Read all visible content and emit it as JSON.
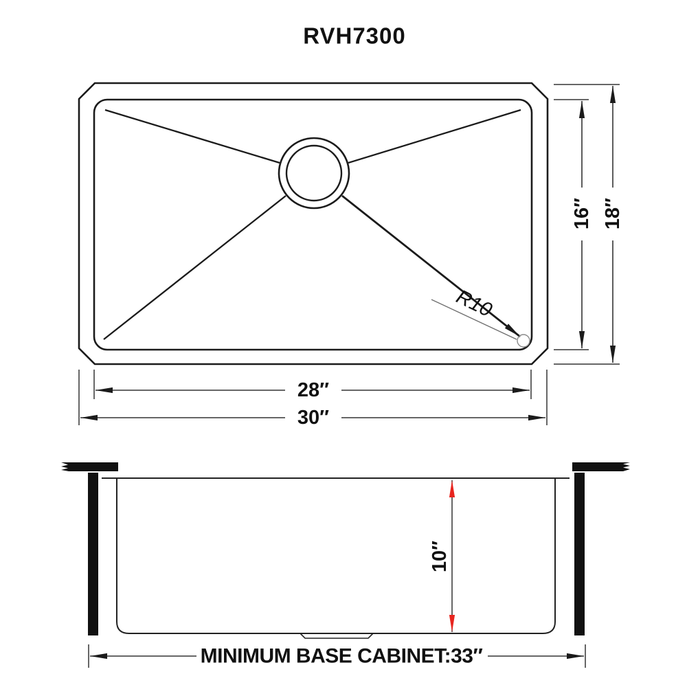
{
  "title": "RVH7300",
  "colors": {
    "drawing_line": "#1b1b1b",
    "dimension_line": "#333333",
    "red_accent": "#e8251f",
    "annotation_gray": "#6e6e6e"
  },
  "top_view": {
    "dimensions": {
      "bowl_height": "16″",
      "overall_height": "18″",
      "bowl_width": "28″",
      "overall_width": "30″"
    },
    "corner_radius_label": "R10"
  },
  "side_view": {
    "bowl_depth": "10″",
    "cabinet_note": "MINIMUM BASE CABINET:33″"
  }
}
